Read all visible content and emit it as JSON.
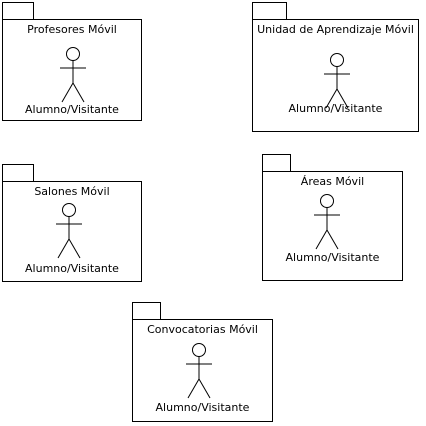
{
  "diagram": {
    "packages": [
      {
        "name": "Profesores Móvil",
        "actor": "Alumno/Visitante"
      },
      {
        "name": "Unidad de Aprendizaje Móvil",
        "actor": "Alumno/Visitante"
      },
      {
        "name": "Salones Móvil",
        "actor": "Alumno/Visitante"
      },
      {
        "name": "Áreas Móvil",
        "actor": "Alumno/Visitante"
      },
      {
        "name": "Convocatorias Móvil",
        "actor": "Alumno/Visitante"
      }
    ]
  }
}
